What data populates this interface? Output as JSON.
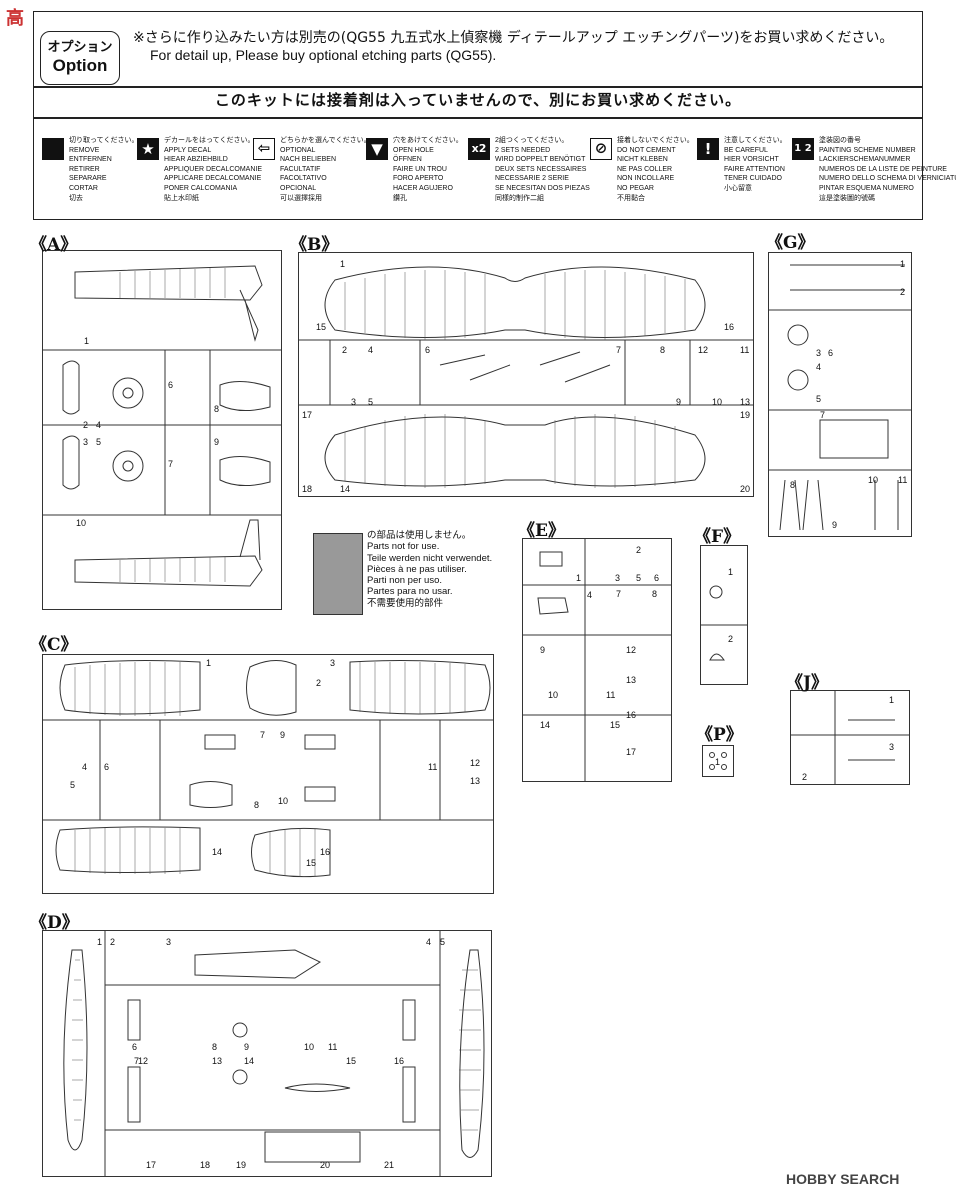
{
  "watermark_top": "高",
  "watermark_bottom": "HOBBY SEARCH",
  "option": {
    "badge_jp": "オプション",
    "badge_en": "Option",
    "text_jp": "※さらに作り込みたい方は別売の(QG55 九五式水上偵察機 ディテールアップ エッチングパーツ)をお買い求めください。",
    "text_en": "For detail up, Please buy optional etching parts (QG55)."
  },
  "glue_notice": "このキットには接着剤は入っていませんので、別にお買い求めください。",
  "symbols": [
    {
      "icon": "cut-icon",
      "glyph": "",
      "lines": [
        "切り取ってください。",
        "REMOVE",
        "ENTFERNEN",
        "RETIRER",
        "SEPARARE",
        "CORTAR",
        "切去"
      ]
    },
    {
      "icon": "decal-star-icon",
      "glyph": "★",
      "lines": [
        "デカールをはってください。",
        "APPLY DECAL",
        "HIEAR ABZIEHBILD",
        "APPLIQUER DECALCOMANIE",
        "APPLICARE DECALCOMANIE",
        "PONER CALCOMANIA",
        "貼上水印紙"
      ]
    },
    {
      "icon": "optional-arrow-icon",
      "glyph": "⇦",
      "lines": [
        "どちらかを選んでください。",
        "OPTIONAL",
        "NACH BELIEBEN",
        "FACULTATIF",
        "FACOLTATIVO",
        "OPCIONAL",
        "可以選擇採用"
      ]
    },
    {
      "icon": "drill-hole-icon",
      "glyph": "▼",
      "lines": [
        "穴をあけてください。",
        "OPEN HOLE",
        "ÖFFNEN",
        "FAIRE UN TROU",
        "FORO APERTO",
        "HACER AGUJERO",
        "鑽孔"
      ]
    },
    {
      "icon": "two-sets-icon",
      "glyph": "x2",
      "lines": [
        "2組つくってください。",
        "2 SETS NEEDED",
        "WIRD DOPPELT BENÖTIGT",
        "DEUX SETS NECESSAIRES",
        "NECESSARIE 2 SERIE",
        "SE NECESITAN DOS PIEZAS",
        "同樣的制作二組"
      ]
    },
    {
      "icon": "no-cement-icon",
      "glyph": "⊘",
      "lines": [
        "接着しないでください。",
        "DO NOT CEMENT",
        "NICHT KLEBEN",
        "NE PAS COLLER",
        "NON INCOLLARE",
        "NO PEGAR",
        "不用黏合"
      ]
    },
    {
      "icon": "careful-icon",
      "glyph": "!",
      "lines": [
        "注意してください。",
        "BE CAREFUL",
        "HIER VORSICHT",
        "FAIRE ATTENTION",
        "TENER CUIDADO",
        "小心留意"
      ]
    },
    {
      "icon": "painting-scheme-icon",
      "glyph": "1 2",
      "lines": [
        "塗装図の番号",
        "PAINTING SCHEME NUMBER",
        "LACKIERSCHEMANUMMER",
        "NUMEROS DE LA LISTE DE PEINTURE",
        "NUMERO DELLO SCHEMA DI VERNICIATURA",
        "PINTAR ESQUEMA NUMERO",
        "這是塗裝圖的號碼"
      ]
    }
  ],
  "sprues": {
    "A": {
      "label": "《A》",
      "parts": [
        "1",
        "2",
        "3",
        "4",
        "5",
        "6",
        "7",
        "8",
        "9",
        "10"
      ]
    },
    "B": {
      "label": "《B》",
      "parts": [
        "1",
        "2",
        "3",
        "4",
        "5",
        "6",
        "7",
        "8",
        "9",
        "10",
        "11",
        "12",
        "13",
        "14",
        "15",
        "16",
        "17",
        "18",
        "19",
        "20"
      ]
    },
    "G": {
      "label": "《G》",
      "parts": [
        "1",
        "2",
        "3",
        "4",
        "5",
        "6",
        "7",
        "8",
        "9",
        "10",
        "11"
      ]
    },
    "C": {
      "label": "《C》",
      "parts": [
        "1",
        "2",
        "3",
        "4",
        "5",
        "6",
        "7",
        "8",
        "9",
        "10",
        "11",
        "12",
        "13",
        "14",
        "15",
        "16"
      ]
    },
    "E": {
      "label": "《E》",
      "parts": [
        "1",
        "2",
        "3",
        "4",
        "5",
        "6",
        "7",
        "8",
        "9",
        "10",
        "11",
        "12",
        "13",
        "14",
        "15",
        "16",
        "17"
      ]
    },
    "F": {
      "label": "《F》",
      "parts": [
        "1",
        "2"
      ]
    },
    "J": {
      "label": "《J》",
      "parts": [
        "1",
        "2",
        "3"
      ]
    },
    "P": {
      "label": "《P》",
      "parts": [
        "1"
      ]
    },
    "D": {
      "label": "《D》",
      "parts": [
        "1",
        "2",
        "3",
        "4",
        "5",
        "6",
        "7",
        "8",
        "9",
        "10",
        "11",
        "12",
        "13",
        "14",
        "15",
        "16",
        "17",
        "18",
        "19",
        "20",
        "21"
      ]
    }
  },
  "not_for_use": [
    "の部品は使用しません。",
    "Parts not for use.",
    "Teile werden nicht verwendet.",
    "Pièces à ne pas utiliser.",
    "Parti non per uso.",
    "Partes para no usar.",
    "不需要使用的部件"
  ]
}
